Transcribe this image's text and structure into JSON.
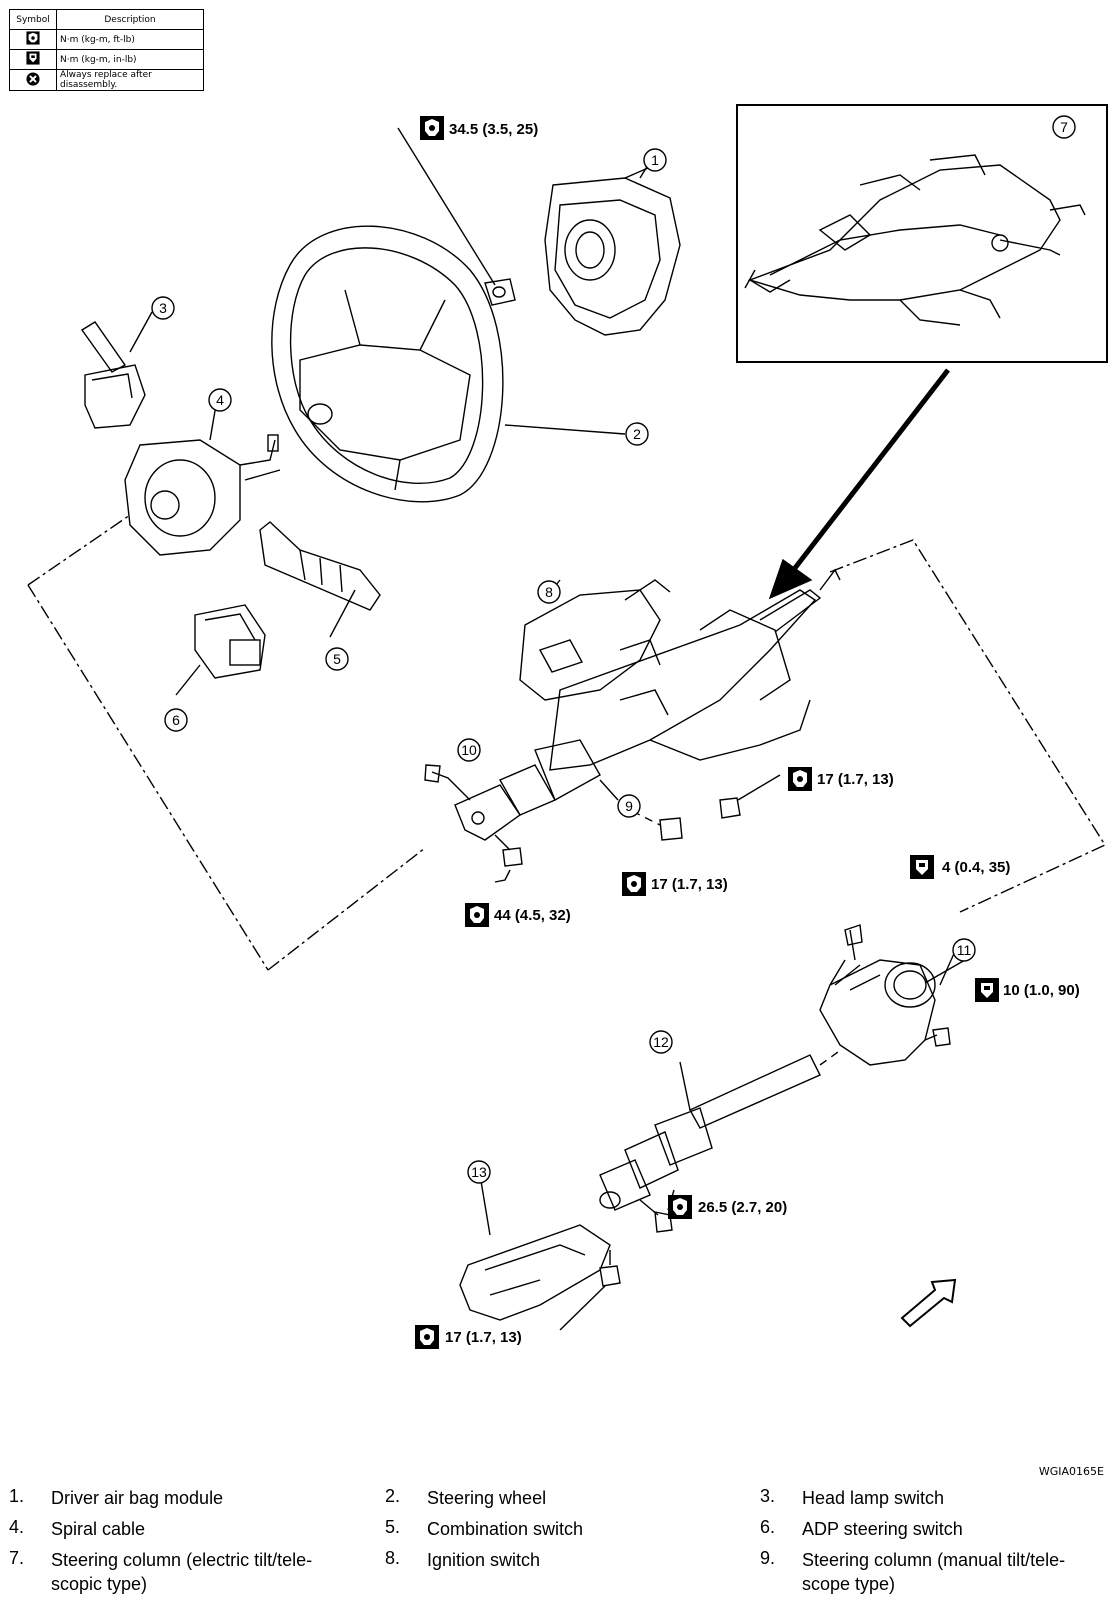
{
  "legend": {
    "headers": {
      "symbol": "Symbol",
      "description": "Description"
    },
    "rows": [
      {
        "icon": "torque-ftlb-icon",
        "description": "N·m (kg-m, ft-lb)"
      },
      {
        "icon": "torque-inlb-icon",
        "description": "N·m (kg-m, in-lb)"
      },
      {
        "icon": "replace-icon",
        "description": "Always replace after disassembly."
      }
    ]
  },
  "callouts": [
    "1",
    "2",
    "3",
    "4",
    "5",
    "6",
    "7",
    "8",
    "9",
    "10",
    "11",
    "12",
    "13"
  ],
  "torques": [
    {
      "icon": "torque-ftlb-icon",
      "value": "34.5 (3.5, 25)"
    },
    {
      "icon": "torque-ftlb-icon",
      "value": "17 (1.7, 13)"
    },
    {
      "icon": "torque-ftlb-icon",
      "value": "17 (1.7, 13)"
    },
    {
      "icon": "torque-ftlb-icon",
      "value": "44 (4.5, 32)"
    },
    {
      "icon": "torque-inlb-icon",
      "value": "4 (0.4, 35)"
    },
    {
      "icon": "torque-inlb-icon",
      "value": "10 (1.0, 90)"
    },
    {
      "icon": "torque-ftlb-icon",
      "value": "26.5 (2.7, 20)"
    },
    {
      "icon": "torque-ftlb-icon",
      "value": "17 (1.7, 13)"
    }
  ],
  "figure_code": "WGIA0165E",
  "parts": [
    {
      "num": "1.",
      "name": "Driver air bag module"
    },
    {
      "num": "2.",
      "name": "Steering wheel"
    },
    {
      "num": "3.",
      "name": "Head lamp switch"
    },
    {
      "num": "4.",
      "name": "Spiral cable"
    },
    {
      "num": "5.",
      "name": "Combination switch"
    },
    {
      "num": "6.",
      "name": "ADP steering switch"
    },
    {
      "num": "7.",
      "name": "Steering column (electric tilt/tele- scopic type)"
    },
    {
      "num": "8.",
      "name": "Ignition switch"
    },
    {
      "num": "9.",
      "name": "Steering column (manual tilt/tele- scope type)"
    }
  ]
}
